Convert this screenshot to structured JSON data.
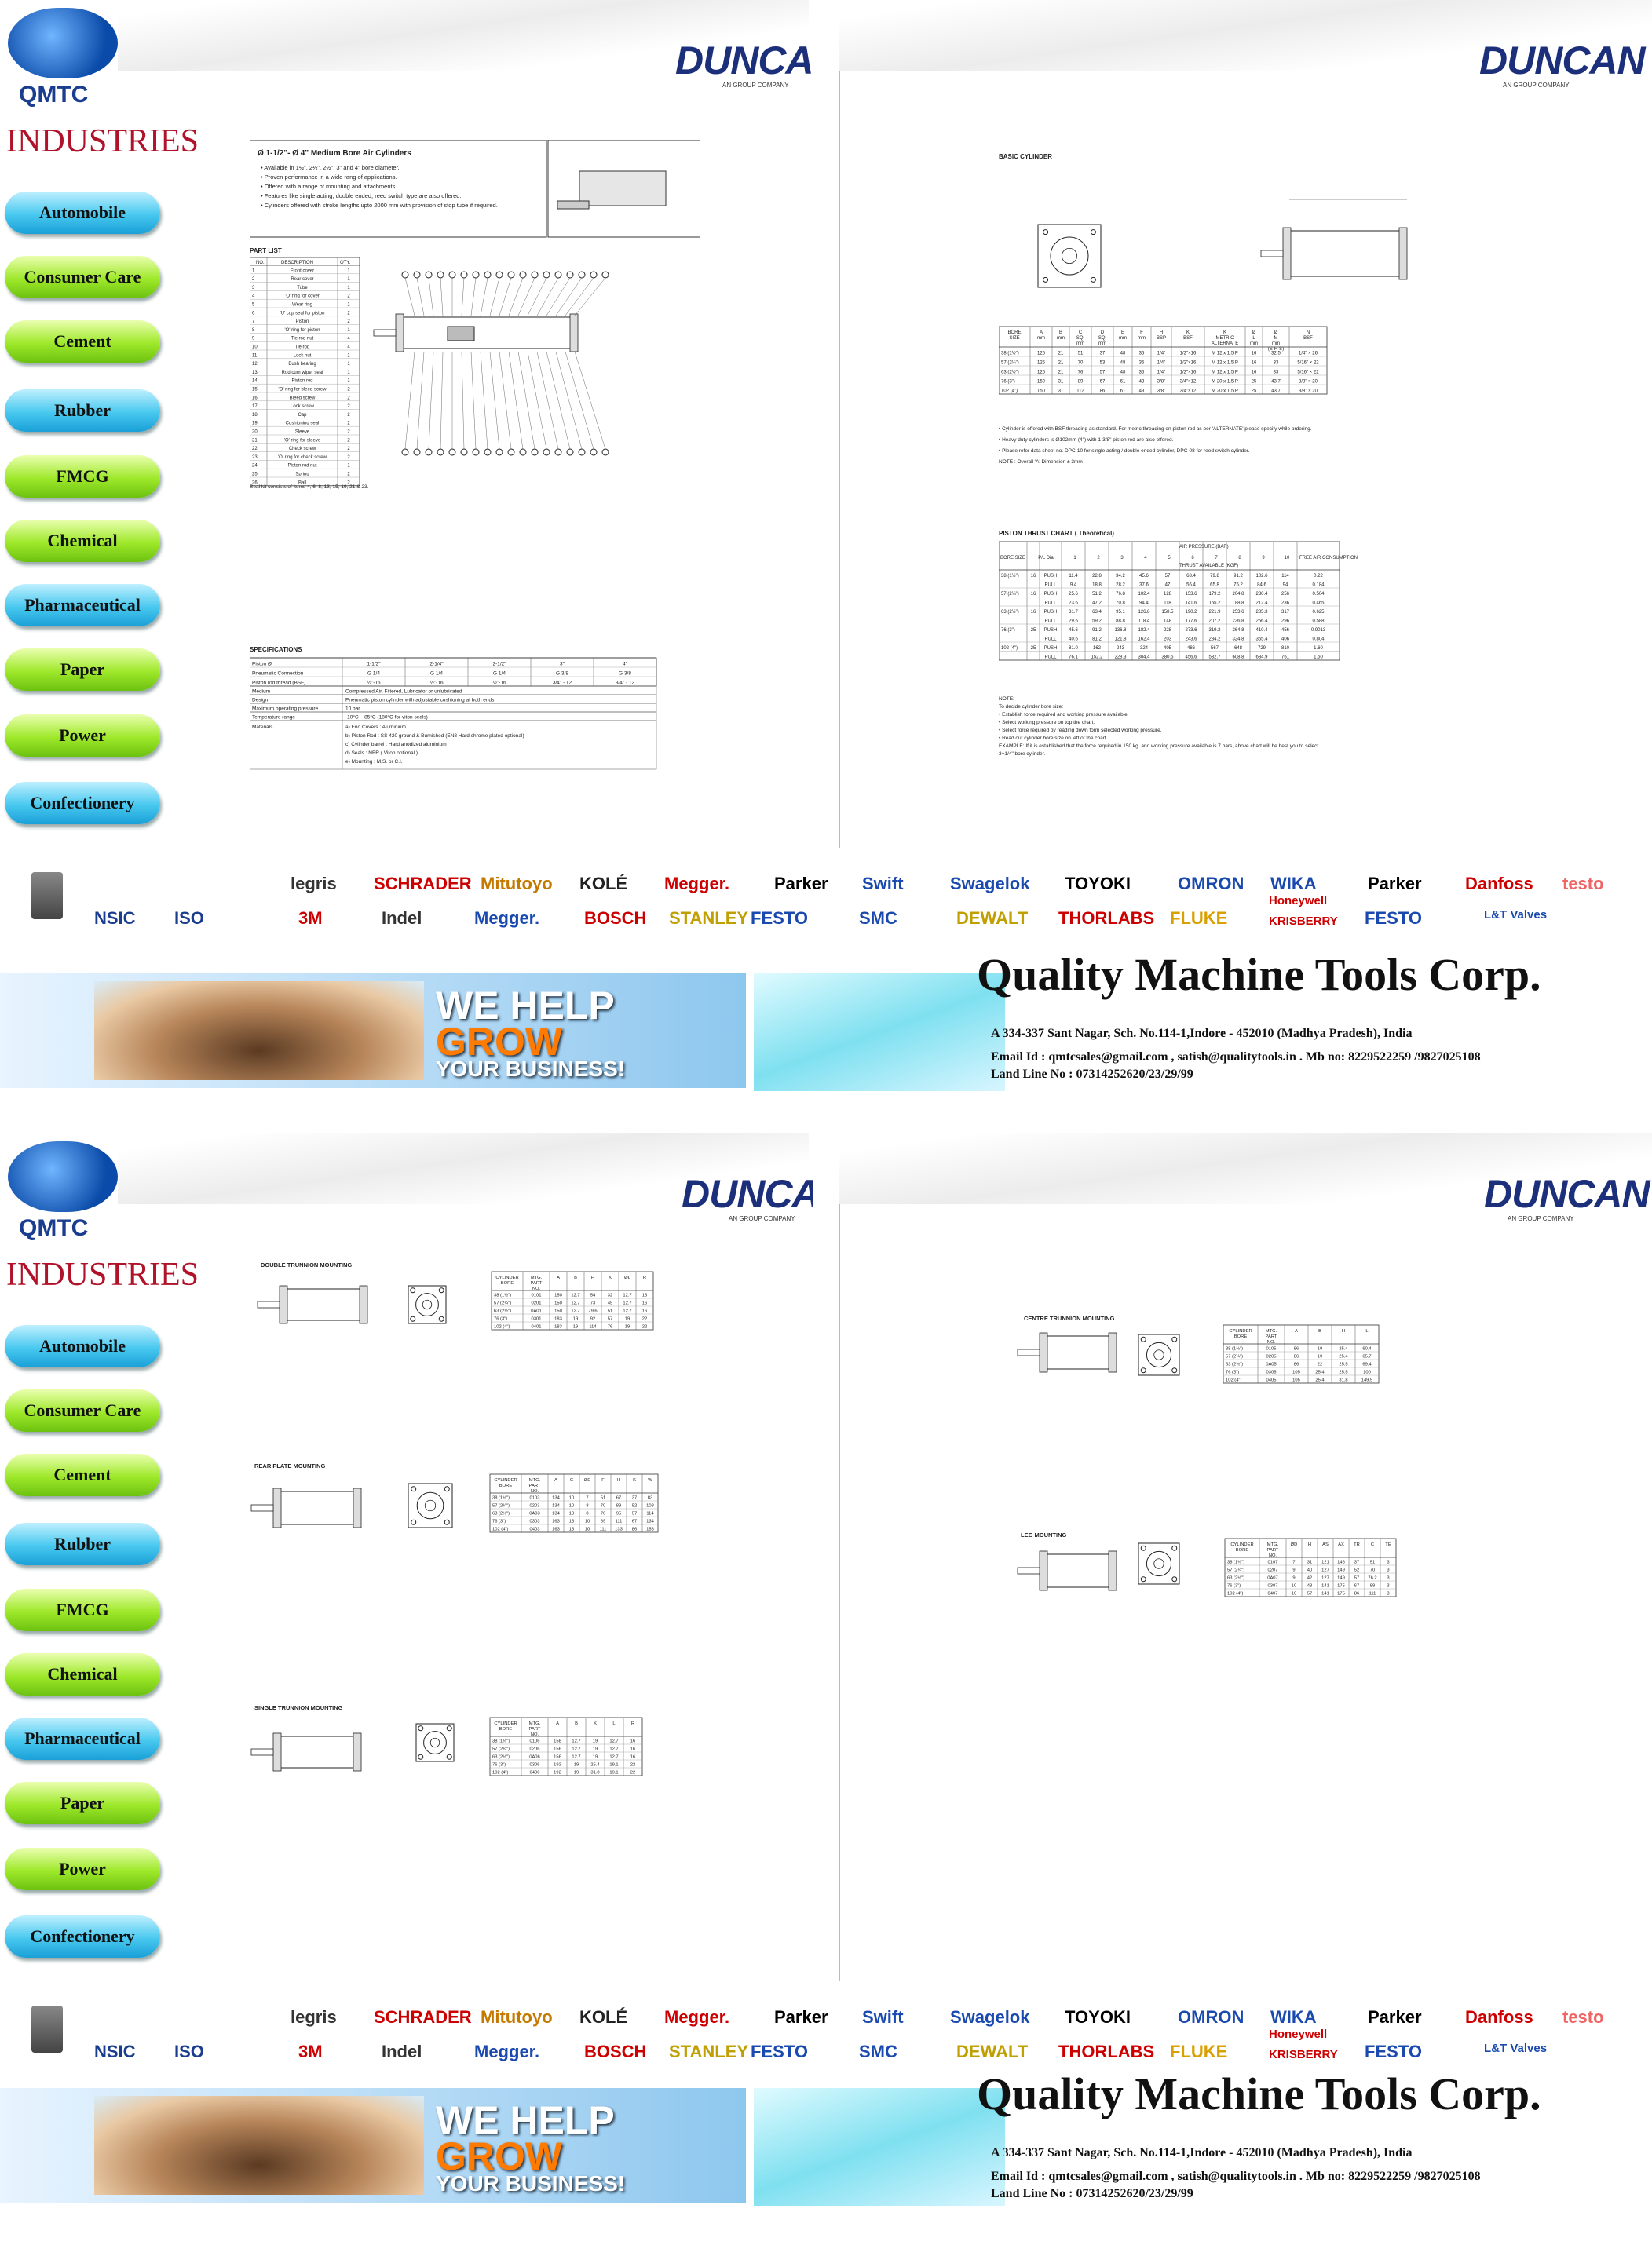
{
  "brand": {
    "qmtc": "QMTC",
    "industries": "INDUSTRIES",
    "duncan": "DUNCAN",
    "duncan_sub": "AN  GROUP COMPANY"
  },
  "sidebar": {
    "items": [
      {
        "label": "Automobile",
        "style": "blue"
      },
      {
        "label": "Consumer Care",
        "style": "green"
      },
      {
        "label": "Cement",
        "style": "green"
      },
      {
        "label": "Rubber",
        "style": "blue"
      },
      {
        "label": "FMCG",
        "style": "green"
      },
      {
        "label": "Chemical",
        "style": "green"
      },
      {
        "label": "Pharmaceutical",
        "style": "blue"
      },
      {
        "label": "Paper",
        "style": "green"
      },
      {
        "label": "Power",
        "style": "green"
      },
      {
        "label": "Confectionery",
        "style": "blue"
      }
    ]
  },
  "sheets": {
    "medium_bore": {
      "title": "Ø 1-1/2\"- Ø 4\" Medium Bore Air Cylinders",
      "bullets": [
        "Available in 1½\", 2¼\", 2½\", 3\" and 4\" bore diameter.",
        "Proven performance in a wide rang of applications.",
        "Offered with a range of mounting and attachments.",
        "Features like single acting, double ended, reed switch type are also offered.",
        "Cylinders offered with stroke lengths upto 2000 mm with provision of stop tube if required."
      ],
      "part_list_title": "PART LIST",
      "part_headers": [
        "NO.",
        "DESCRIPTION",
        "QTY."
      ],
      "parts": [
        [
          "1",
          "Front cover",
          "1"
        ],
        [
          "2",
          "Rear cover",
          "1"
        ],
        [
          "3",
          "Tube",
          "1"
        ],
        [
          "4",
          "'O' ring for cover",
          "2"
        ],
        [
          "5",
          "Wear ring",
          "1"
        ],
        [
          "6",
          "'U' cup seal for piston",
          "2"
        ],
        [
          "7",
          "Piston",
          "2"
        ],
        [
          "8",
          "'O' ring for piston",
          "1"
        ],
        [
          "9",
          "Tie rod nut",
          "4"
        ],
        [
          "10",
          "Tie rod",
          "4"
        ],
        [
          "11",
          "Lock nut",
          "1"
        ],
        [
          "12",
          "Bush bearing",
          "1"
        ],
        [
          "13",
          "Rod cum wiper seal",
          "1"
        ],
        [
          "14",
          "Piston rod",
          "1"
        ],
        [
          "15",
          "'O' ring for bleed screw",
          "2"
        ],
        [
          "16",
          "Bleed screw",
          "2"
        ],
        [
          "17",
          "Lock screw",
          "2"
        ],
        [
          "18",
          "Cap",
          "2"
        ],
        [
          "19",
          "Cushioning seal",
          "2"
        ],
        [
          "20",
          "Sleeve",
          "2"
        ],
        [
          "21",
          "'O' ring for sleeve",
          "2"
        ],
        [
          "22",
          "Check screw",
          "2"
        ],
        [
          "23",
          "'O' ring for check screw",
          "2"
        ],
        [
          "24",
          "Piston rod nut",
          "1"
        ],
        [
          "25",
          "Spring",
          "2"
        ],
        [
          "26",
          "Ball",
          "2"
        ]
      ],
      "seal_note": "Seal kit consists of items 4, 6, 8, 13, 15, 19, 21 & 23.",
      "spec_title": "SPECIFICATIONS",
      "spec_rows": [
        [
          "Piston Ø",
          "1-1/2\"",
          "2-1/4\"",
          "2-1/2\"",
          "3\"",
          "4\""
        ],
        [
          "Pneumatic Connection",
          "G 1/4",
          "G 1/4",
          "G 1/4",
          "G 3/8",
          "G 3/8"
        ],
        [
          "Piston rod thread (BSF)",
          "½\"-16",
          "½\"-16",
          "½\"-16",
          "3/4\" - 12",
          "3/4\" - 12"
        ]
      ],
      "spec_rows2": [
        [
          "Medium",
          "Compressed Air, Filtered, Lubricator or unlubricated"
        ],
        [
          "Design",
          "Pneumatic piston cylinder with adjustable cushioning at both ends."
        ],
        [
          "Maximum operating pressure",
          "10 bar"
        ],
        [
          "Temperature range",
          "-10°C ~ 85°C (180°C for viton seals)"
        ]
      ],
      "materials_label": "Materials",
      "materials": [
        "a) End Covers    : Aluminium",
        "b) Piston Rod      : SS 420 ground & Burnished (EN8 Hard chrome plated optional)",
        "c) Cylinder barrel : Hard anodized aluminium",
        "d) Seals              : NBR ( Viton optional )",
        "e) Mounting        : M.S. or C.I."
      ]
    },
    "basic": {
      "title": "BASIC CYLINDER",
      "headers": [
        "BORE SIZE",
        "A mm",
        "B mm",
        "C SQ. mm",
        "D SQ. mm",
        "E mm",
        "F mm",
        "H BSP",
        "K BSF",
        "K METRIC ALTERNATE",
        "Ø L mm",
        "Ø M mm (S-H-S)",
        "N BSF"
      ],
      "rows": [
        [
          "38  (1½\")",
          "125",
          "21",
          "51",
          "37",
          "48",
          "35",
          "1/4\"",
          "1/2\"×16",
          "M 12 x 1.5 P",
          "16",
          "32.5",
          "1/4\" × 26"
        ],
        [
          "57  (2¼\")",
          "125",
          "21",
          "70",
          "53",
          "48",
          "35",
          "1/4\"",
          "1/2\"×16",
          "M 12 x 1.5 P",
          "16",
          "33",
          "5/16\" × 22"
        ],
        [
          "63  (2½\")",
          "125",
          "21",
          "76",
          "57",
          "48",
          "35",
          "1/4\"",
          "1/2\"×16",
          "M 12 x 1.5 P",
          "16",
          "33",
          "5/16\" × 22"
        ],
        [
          "76  (3\")",
          "150",
          "31",
          "89",
          "67",
          "61",
          "43",
          "3/8\"",
          "3/4\"×12",
          "M 20 x 1.5 P",
          "25",
          "43.7",
          "3/8\" × 20"
        ],
        [
          "102  (4\")",
          "150",
          "31",
          "112",
          "86",
          "61",
          "43",
          "3/8\"",
          "3/4\"×12",
          "M 20 x 1.5 P",
          "25",
          "43.7",
          "3/8\" × 20"
        ]
      ],
      "notes": [
        "Cylinder is offered with BSF threading as standard. For metric threading on piston rod as per 'ALTERNATE' please specify while ordering.",
        "Heavy duty cylinders is Ø102mm (4\") with 1-3/8\" piston rod are also offered.",
        "Please refer data sheet no. DPC-10 for single acting / double ended cylinder, DPC-08 for reed switch cylinder.",
        "NOTE : Overall 'A' Dimension ± 3mm"
      ],
      "thrust_title": "PISTON THRUST CHART ( Theoretical)",
      "thrust_rows": [
        [
          "38 (1½\")",
          "16",
          "PUSH",
          "11.4",
          "22.8",
          "34.2",
          "45.6",
          "57",
          "68.4",
          "79.8",
          "91.2",
          "102.6",
          "114",
          "0.22"
        ],
        [
          "",
          "",
          "PULL",
          "9.4",
          "18.8",
          "28.2",
          "37.6",
          "47",
          "56.4",
          "65.8",
          "75.2",
          "84.6",
          "94",
          "0.184"
        ],
        [
          "57 (2¼\")",
          "16",
          "PUSH",
          "25.6",
          "51.2",
          "76.8",
          "102.4",
          "128",
          "153.6",
          "179.2",
          "204.8",
          "230.4",
          "256",
          "0.504"
        ],
        [
          "",
          "",
          "PULL",
          "23.6",
          "47.2",
          "70.8",
          "94.4",
          "118",
          "141.6",
          "165.2",
          "188.8",
          "212.4",
          "236",
          "0.465"
        ],
        [
          "63 (2½\")",
          "16",
          "PUSH",
          "31.7",
          "63.4",
          "95.1",
          "126.8",
          "158.5",
          "190.2",
          "221.9",
          "253.6",
          "285.3",
          "317",
          "0.625"
        ],
        [
          "",
          "",
          "PULL",
          "29.6",
          "59.2",
          "88.8",
          "118.4",
          "148",
          "177.6",
          "207.2",
          "236.8",
          "266.4",
          "296",
          "0.588"
        ],
        [
          "76 (3\")",
          "25",
          "PUSH",
          "45.6",
          "91.2",
          "136.8",
          "182.4",
          "228",
          "273.6",
          "319.2",
          "364.8",
          "410.4",
          "456",
          "0.9013"
        ],
        [
          "",
          "",
          "PULL",
          "40.6",
          "81.2",
          "121.8",
          "162.4",
          "203",
          "243.6",
          "284.2",
          "324.8",
          "365.4",
          "406",
          "0.804"
        ],
        [
          "102 (4\")",
          "25",
          "PUSH",
          "81.0",
          "162",
          "243",
          "324",
          "405",
          "486",
          "567",
          "648",
          "729",
          "810",
          "1.60"
        ],
        [
          "",
          "",
          "PULL",
          "76.1",
          "152.2",
          "228.3",
          "304.4",
          "380.5",
          "456.6",
          "532.7",
          "608.8",
          "684.9",
          "761",
          "1.50"
        ]
      ],
      "thrust_notes": [
        "NOTE:",
        "To decide cylinder bore size:",
        "• Establish force required and working pressure available.",
        "• Select working pressure on top the chart.",
        "• Select force required by reading down form selected working pressure.",
        "• Read out cylinder bore size on left of the chart.",
        "EXAMPLE: If it is established that the force required in 150 kg. and working pressure available is 7 bars, above chart will be best you to select",
        "3+1/4\" bore cylinder."
      ]
    },
    "double_trunnion": {
      "title": "DOUBLE TRUNNION MOUNTING",
      "headers": [
        "CYLINDER BORE",
        "MTG. PART NO.",
        "A",
        "B",
        "H",
        "K",
        "ØL",
        "R"
      ],
      "rows": [
        [
          "38 (1½\")",
          "0101",
          "150",
          "12.7",
          "54",
          "32",
          "12.7",
          "16"
        ],
        [
          "57 (2¼\")",
          "0201",
          "150",
          "12.7",
          "73",
          "45",
          "12.7",
          "16"
        ],
        [
          "63 (2½\")",
          "0A01",
          "150",
          "12.7",
          "79.6",
          "51",
          "12.7",
          "16"
        ],
        [
          "76  (3\")",
          "0301",
          "183",
          "19",
          "92",
          "57",
          "19",
          "22"
        ],
        [
          "102  (4\")",
          "0401",
          "183",
          "19",
          "114",
          "76",
          "19",
          "22"
        ]
      ]
    },
    "rear_plate": {
      "title": "REAR PLATE MOUNTING",
      "headers": [
        "CYLINDER BORE",
        "MTG. PART NO.",
        "A",
        "C",
        "ØE",
        "F",
        "H",
        "K",
        "W"
      ],
      "rows": [
        [
          "38 (1½\")",
          "0103",
          "134",
          "10",
          "7",
          "51",
          "67",
          "37",
          "83"
        ],
        [
          "57 (2¼\")",
          "0203",
          "134",
          "10",
          "8",
          "70",
          "89",
          "52",
          "108"
        ],
        [
          "63 (2½\")",
          "0A03",
          "134",
          "10",
          "8",
          "76",
          "95",
          "57",
          "114"
        ],
        [
          "76  (3\")",
          "0303",
          "163",
          "13",
          "10",
          "89",
          "111",
          "67",
          "134"
        ],
        [
          "102  (4\")",
          "0403",
          "163",
          "13",
          "10",
          "111",
          "133",
          "86",
          "153"
        ]
      ]
    },
    "single_trunnion": {
      "title": "SINGLE TRUNNION MOUNTING",
      "headers": [
        "CYLINDER BORE",
        "MTG. PART NO.",
        "A",
        "B",
        "K",
        "L",
        "R"
      ],
      "rows": [
        [
          "38 (1½\")",
          "0106",
          "158",
          "12.7",
          "19",
          "12.7",
          "16"
        ],
        [
          "57 (2¼\")",
          "0206",
          "156",
          "12.7",
          "19",
          "12.7",
          "16"
        ],
        [
          "63 (2½\")",
          "0A06",
          "156",
          "12.7",
          "19",
          "12.7",
          "16"
        ],
        [
          "76  (3\")",
          "0306",
          "192",
          "19",
          "25.4",
          "19.1",
          "22"
        ],
        [
          "102  (4\")",
          "0406",
          "192",
          "19",
          "31.8",
          "19.1",
          "22"
        ]
      ]
    },
    "centre_trunnion": {
      "title": "CENTRE TRUNNION MOUNTING",
      "headers": [
        "CYLINDER BORE",
        "MTG. PART NO.",
        "A",
        "B",
        "H",
        "L"
      ],
      "rows": [
        [
          "38 (1½\")",
          "0105",
          "86",
          "19",
          "25.4",
          "60.4"
        ],
        [
          "57 (2¼\")",
          "0205",
          "86",
          "19",
          "25.4",
          "65.7"
        ],
        [
          "63 (2½\")",
          "0A05",
          "86",
          "22",
          "25.5",
          "69.4"
        ],
        [
          "76  (3\")",
          "0305",
          "105",
          "25.4",
          "25.5",
          "100"
        ],
        [
          "102  (4\")",
          "0405",
          "105",
          "25.4",
          "31.8",
          "149.5"
        ]
      ]
    },
    "leg": {
      "title": "LEG MOUNTING",
      "headers": [
        "CYLINDER BORE",
        "MTG. PART NO.",
        "ØD",
        "H",
        "AS",
        "AX",
        "TR",
        "C",
        "TE"
      ],
      "rows": [
        [
          "38 (1½\")",
          "0107",
          "7",
          "31",
          "121",
          "146",
          "37",
          "51",
          "3"
        ],
        [
          "57 (2¼\")",
          "0207",
          "9",
          "40",
          "127",
          "149",
          "52",
          "70",
          "3"
        ],
        [
          "63 (2½\")",
          "0A07",
          "9",
          "42",
          "127",
          "149",
          "57",
          "76.2",
          "3"
        ],
        [
          "76  (3\")",
          "0307",
          "10",
          "48",
          "141",
          "175",
          "67",
          "89",
          "3"
        ],
        [
          "102  (4\")",
          "0407",
          "10",
          "57",
          "141",
          "175",
          "86",
          "111",
          "3"
        ]
      ]
    }
  },
  "logos": {
    "row1": [
      "legris",
      "SCHRADER",
      "Mitutoyo",
      "KOLÉ",
      "Megger.",
      "Parker",
      "Swift",
      "Swagelok",
      "TOYOKI",
      "OMRON",
      "WIKA",
      "Parker",
      "Danfoss",
      "testo"
    ],
    "row2": [
      "NSIC",
      "ISO",
      "3M",
      "Indel",
      "Megger.",
      "BOSCH",
      "STANLEY",
      "FESTO",
      "SMC",
      "DEWALT",
      "THORLABS",
      "FLUKE",
      "Honeywell",
      "KRISBERRY",
      "FESTO",
      "L&T Valves"
    ]
  },
  "banner": {
    "line1": "WE HELP",
    "line2": "GROW",
    "line3": "YOUR BUSINESS!"
  },
  "company": {
    "name": "Quality Machine Tools Corp.",
    "address": "A  334-337 Sant Nagar, Sch. No.114-1,Indore - 452010 (Madhya Pradesh), India",
    "email": "Email Id : qmtcsales@gmail.com , satish@qualitytools.in . Mb no: 8229522259  /9827025108",
    "landline": "Land Line No : 07314252620/23/29/99"
  },
  "colors": {
    "blue_button": "#48c8ef",
    "green_button": "#9ee82a",
    "industries_red": "#b0122a",
    "duncan_navy": "#1c2f7a"
  }
}
